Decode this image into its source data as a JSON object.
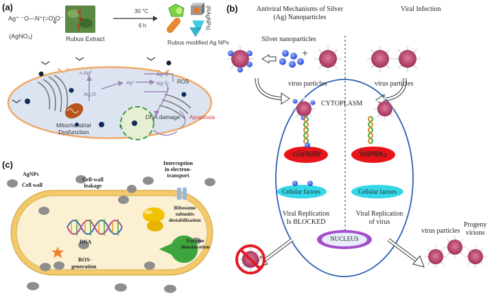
{
  "panel_a": {
    "letter": "(a)",
    "reagent_formula": "Ag⁺ ⁻O—N⁺(=O)O⁻",
    "reagent_name": "(AgNO₃)",
    "plus": "+",
    "extract_label": "Rubus Extract",
    "condition_temp": "30 °C",
    "condition_time": "6 h",
    "product_label": "Rubus modified Ag NPs",
    "product_side_label": "(RAgNPs)",
    "cell": {
      "n_ag": "n Ag⁰",
      "ag2o": "Ag₂O",
      "ag_plus": "Ag⁺",
      "ag_o": "Ag-O-",
      "ag_s": "Ag-S-",
      "ros": "ROS",
      "dna_damage": "DNA damage",
      "apoptosis": "Apoptosis",
      "mito_line1": "Mitochondrial",
      "mito_line2": "Dysfunction"
    },
    "colors": {
      "cell_fill": "#dde4f1",
      "cell_border": "#f0a868",
      "apoptosis": "#d9362b",
      "arrow": "#9a86b8"
    }
  },
  "panel_b": {
    "letter": "(b)",
    "title_left_line1": "Antiviral Mechanisms of Silver",
    "title_left_line2": "(Ag) Nanoparticles",
    "title_right": "Viral Infection",
    "silver_np": "Silver nanoparticles",
    "plus": "+",
    "virus_left": "virus particles",
    "virus_right": "virus particles",
    "cytoplasm": "CYTOPLASM",
    "genome_left": "Genome",
    "genome_right": "Genome",
    "viral_factor_left": "Viral factor",
    "viral_factor_right": "Viral factor",
    "cellular_left": "Cellular factors",
    "cellular_right": "Cellular factors",
    "replication_blocked_line1": "Viral Replication",
    "replication_blocked_line2": "Is BLOCKED",
    "replication_virus_line1": "Viral Replication",
    "replication_virus_line2": "of virus",
    "nucleus": "NUCLEUS",
    "out_virus": "virus particles",
    "progeny_line1": "Progeny",
    "progeny_line2": "virions",
    "colors": {
      "cell_border": "#2e5fb3",
      "viral_factor": "#e8141a",
      "cellular": "#35d8e8",
      "nucleus": "#a34fc9",
      "virus": "#b53d6b",
      "np": "#2a50d8"
    }
  },
  "panel_c": {
    "letter": "(c)",
    "agnps": "AgNPs",
    "cell_wall": "Cell wall",
    "cell_wall_leakage_line1": "Cell-wall",
    "cell_wall_leakage_line2": "leakage",
    "interruption_line1": "Interruption",
    "interruption_line2": "in electron-",
    "interruption_line3": "transport",
    "ribosome_line1": "Ribosome",
    "ribosome_line2": "subunits",
    "ribosome_line3": "destabilization",
    "dna": "DNA",
    "enzyme_line1": "Enzyme",
    "enzyme_line2": "denaturation",
    "ros_line1": "ROS-",
    "ros_line2": "generation",
    "colors": {
      "wall_outer": "#f3c96a",
      "wall_inner": "#fbf1d2",
      "np": "#8e8e8e",
      "ribosome": "#f2c200",
      "enzyme": "#3ea53e",
      "ros": "#f08030"
    }
  }
}
